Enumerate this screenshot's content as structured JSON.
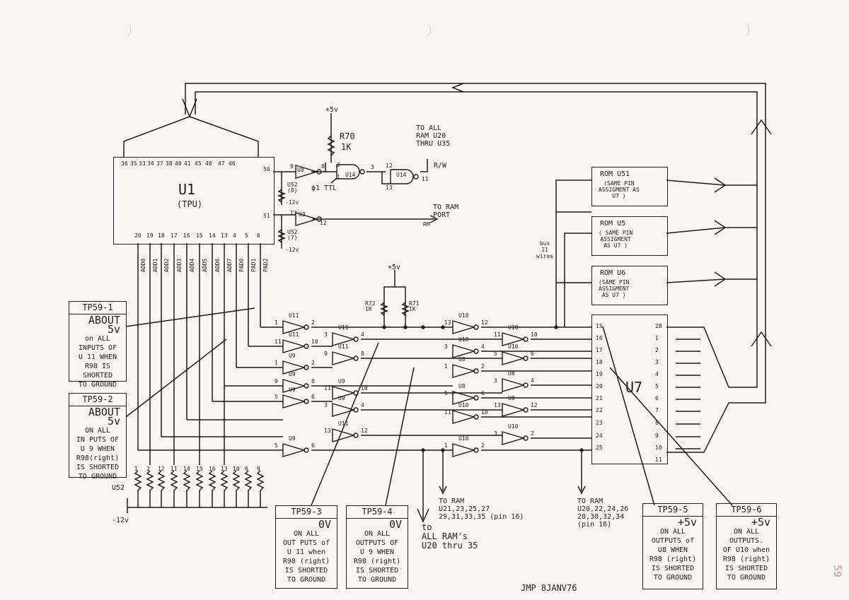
{
  "cpu": {
    "name": "U1",
    "sub": "(TPU)",
    "top_pins": [
      "36",
      "35",
      "33",
      "34",
      "37",
      "38",
      "40",
      "41",
      "45",
      "48",
      "47",
      "46"
    ],
    "right_pins": [
      "50",
      "51"
    ],
    "bottom_pins": [
      "20",
      "19",
      "18",
      "17",
      "16",
      "15",
      "14",
      "13",
      "4",
      "5",
      "6"
    ],
    "bottom_signals": [
      "ADD0",
      "ADD1",
      "ADD2",
      "ADD3",
      "ADD4",
      "ADD5",
      "ADD6",
      "ADD7",
      "PAD0",
      "PAD1",
      "PAD2"
    ]
  },
  "rw_path": {
    "vcc": "+5v",
    "resistor": "R70",
    "res_value": "1K",
    "note": "TO ALL\nRAM U20\nTHRU U35",
    "rw": "R/W",
    "phi": "ϕ1 TTL",
    "u8": "U8",
    "u14a": "U14",
    "u14b": "U14",
    "u52a": "U52\n(8)",
    "u52b": "U52\n(7)",
    "neg12a": "-12v",
    "neg12b": "-12v",
    "u3": "U3",
    "to_ram": "TO RAM\nPORT",
    "rm": "RM",
    "pins": {
      "p9": "9",
      "p8": "8",
      "p2": "2",
      "p1": "1",
      "p3": "3",
      "p12": "12",
      "p13": "13",
      "p11": "11",
      "p13b": "13",
      "p12b": "12"
    }
  },
  "pullups": {
    "vcc": "+5v",
    "r72": "R72\n1K",
    "r71": "R71\n1K"
  },
  "roms": [
    {
      "title": "ROM U51",
      "desc": "(SAME PIN\nASSIGMENT AS\nU7 )"
    },
    {
      "title": "ROM U5",
      "desc": "( SAME PIN\nASSIGMENT\nAS U7 )"
    },
    {
      "title": "ROM U6",
      "desc": "(SAME PIN\nASSIGMENT\nAS U7 )"
    }
  ],
  "bus_label": "bus\n11\nwires",
  "u7": {
    "name": "U7",
    "left_pins": [
      "15",
      "16",
      "17",
      "18",
      "19",
      "20",
      "21",
      "22",
      "23",
      "24",
      "25"
    ],
    "right_pins": [
      "28",
      "1",
      "2",
      "3",
      "4",
      "5",
      "6",
      "7",
      "8",
      "9",
      "10",
      "11"
    ]
  },
  "row1_gates": [
    {
      "name": "U11",
      "in": "1",
      "out": "2"
    },
    {
      "name": "U11",
      "in": "11",
      "out": "10"
    },
    {
      "name": "U9",
      "in": "1",
      "out": "2"
    },
    {
      "name": "U9",
      "in": "9",
      "out": "8"
    },
    {
      "name": "U9",
      "in": "5",
      "out": "6"
    },
    {
      "name": "U9",
      "in": "5",
      "out": "6"
    }
  ],
  "row2_gates": [
    {
      "name": "U11",
      "in": "3",
      "out": "4"
    },
    {
      "name": "U11",
      "in": "9",
      "out": "8"
    },
    {
      "name": "U9",
      "in": "11",
      "out": "10"
    },
    {
      "name": "U9",
      "in": "3",
      "out": "4"
    },
    {
      "name": "U11",
      "in": "13",
      "out": "12"
    }
  ],
  "row3_gates": [
    {
      "name": "U10",
      "in": "13",
      "out": "12"
    },
    {
      "name": "U10",
      "in": "3",
      "out": "4"
    },
    {
      "name": "U8",
      "in": "1",
      "out": "2"
    },
    {
      "name": "U8",
      "in": "5",
      "out": "6"
    },
    {
      "name": "U10",
      "in": "11",
      "out": "10"
    },
    {
      "name": "U10",
      "in": "1",
      "out": "2"
    }
  ],
  "row4_gates": [
    {
      "name": "U10",
      "in": "11",
      "out": "10"
    },
    {
      "name": "U10",
      "in": "5",
      "out": "6"
    },
    {
      "name": "U8",
      "in": "3",
      "out": "4"
    },
    {
      "name": "U8",
      "in": "13",
      "out": "12"
    },
    {
      "name": "U10",
      "in": "3",
      "out": "2"
    }
  ],
  "resistor_bank": {
    "label": "U52",
    "pins": [
      "1",
      "2",
      "12",
      "11",
      "14",
      "15",
      "16",
      "13",
      "10",
      "6",
      "9"
    ],
    "rail": "-12v"
  },
  "ram_notes": {
    "pin16a": "TO RAM\nU21,23,25,27\n29,31,33,35 (pin 16)",
    "all_ram": "to\nALL RAM's\nU20 thru 35",
    "pin16b": "TO RAM\nU20,22,24,26\n28,30,32,34\n(pin 16)"
  },
  "test_points": [
    {
      "id": "TP59-1",
      "value": "ABOUT 5v",
      "text": "on ALL\nINPUTS OF\nU 11 WHEN\nR98 IS\nSHORTED\nTO GROUND"
    },
    {
      "id": "TP59-2",
      "value": "ABOUT 5v",
      "text": "ON ALL\nIN PUTS OF\nU 9 WHEN\nR98(right)\nIS SHORTED\nTO GROUND"
    },
    {
      "id": "TP59-3",
      "value": "0V",
      "text": "ON ALL\nOUT PUTS of\nU 11 when\nR98 (right)\nIS SHORTED\nTO GROUND"
    },
    {
      "id": "TP59-4",
      "value": "0V",
      "text": "ON ALL\nOUTPUTS OF\nU 9 WHEN\nR98 (right)\nIS SHORTED\nTO GROUND"
    },
    {
      "id": "TP59-5",
      "value": "+5v",
      "text": "ON ALL\nOUTPUTS of\nU8 WHEN\nR98 (right)\nIS SHORTED\nTO GROUND"
    },
    {
      "id": "TP59-6",
      "value": "+5v",
      "text": "ON ALL\nOUTPUTS.\nOF U10 when\nR98 (right)\nIS SHORTED\nTO GROUND"
    }
  ],
  "signature": "JMP 8JANV76",
  "page_number": "59",
  "colors": {
    "ink": "#1c1c1c",
    "paper": "#f7f6f1",
    "page_number": "#d48d8d"
  }
}
